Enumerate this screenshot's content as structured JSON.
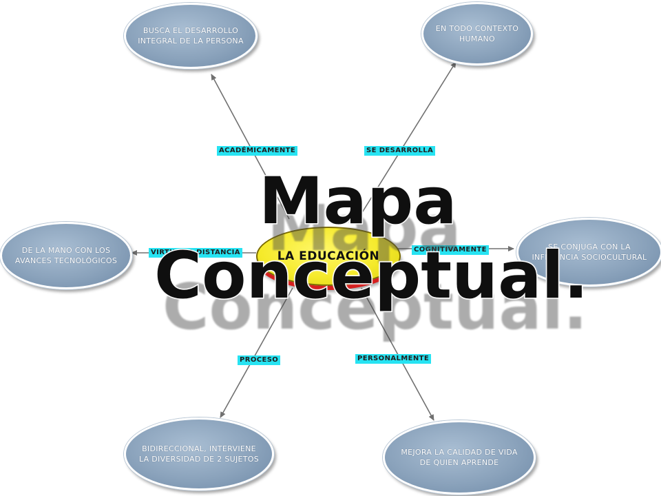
{
  "title": {
    "line1": "Mapa",
    "line2": "Conceptual."
  },
  "center_node": "LA EDUCACIÓN",
  "nodes": {
    "top_left": "BUSCA EL DESARROLLO INTEGRAL DE LA PERSONA",
    "top_right": "EN TODO CONTEXTO HUMANO",
    "mid_left": "DE LA MANO CON LOS AVANCES TECNOLÓGICOS",
    "mid_right": "SE CONJUGA CON LA INFLUENCIA SOCIOCULTURAL",
    "bottom_left": "BIDIRECCIONAL, INTERVIENE LA DIVERSIDAD DE 2 SUJETOS",
    "bottom_right": "MEJORA LA CALIDAD DE VIDA DE QUIEN APRENDE"
  },
  "links": {
    "top_left": "ACADÉMICAMENTE",
    "top_right": "SE DESARROLLA",
    "mid_left": "VIRTUAL A DISTANCIA",
    "mid_right": "COGNITIVAMENTE",
    "bottom_left": "PROCESO",
    "bottom_right": "PERSONALMENTE"
  },
  "colors": {
    "node_fill": "#8ba3bc",
    "center_fill": "#f5ea2a",
    "center_outline": "#d61f1f",
    "link_label_bg": "#27e3f2",
    "connector": "#707070"
  }
}
